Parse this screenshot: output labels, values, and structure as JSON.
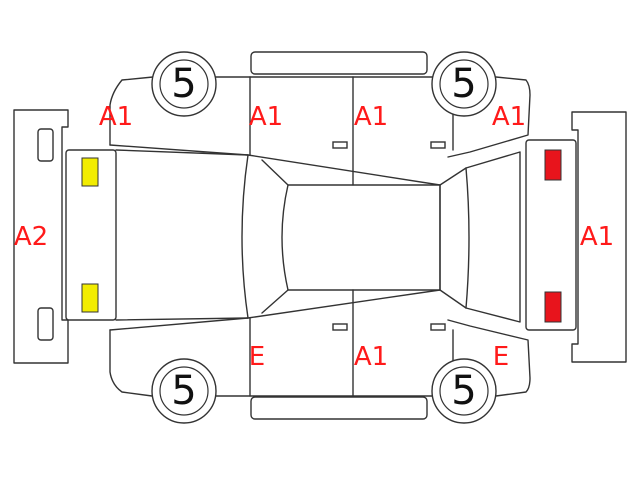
{
  "colors": {
    "outline": "#333333",
    "damage_code": "#ff1a1a",
    "front_lamp": "#f2ec00",
    "rear_lamp": "#e8141c"
  },
  "tires": {
    "front_left": "5",
    "rear_left": "5",
    "front_right": "5",
    "rear_right": "5"
  },
  "damage_codes": {
    "front_fender_left": "A1",
    "front_door_left": "A1",
    "rear_door_left": "A1",
    "rear_fender_left": "A1",
    "front_bumper": "A2",
    "rear_bumper": "A1",
    "front_door_right": "E",
    "rear_door_right": "A1",
    "rear_fender_right": "E"
  },
  "lamp_icons": {
    "front": "headlamp-icon",
    "rear": "tail-lamp-icon"
  }
}
